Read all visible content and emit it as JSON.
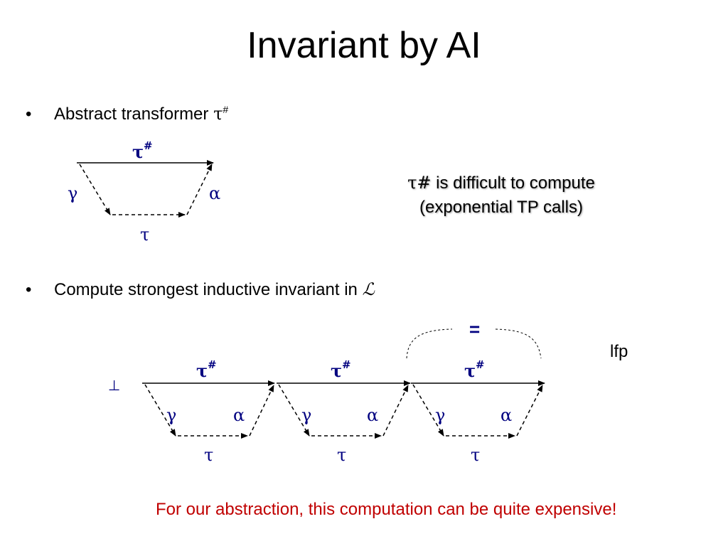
{
  "title": "Invariant by AI",
  "bullets": [
    {
      "marker": "•",
      "text": "Abstract transformer ",
      "symbol": "τ",
      "superscript": "#"
    },
    {
      "marker": "•",
      "text": "Compute strongest inductive invariant in ",
      "symbol": "ℒ"
    }
  ],
  "note": {
    "symbol": "τ#",
    "line1": " is difficult to compute",
    "line2": "(exponential TP calls)"
  },
  "diagram_labels": {
    "top_edge": "τ",
    "top_sup": "#",
    "left_edge": "γ",
    "right_edge": "α",
    "bottom_edge": "τ",
    "bottom_element": "⊥",
    "equals": "=",
    "lfp": "lfp"
  },
  "warning": "For our abstraction, this computation can be quite expensive!",
  "colors": {
    "diagram_symbols": "#000080",
    "warning_text": "#c00000",
    "lines": "#000000"
  }
}
